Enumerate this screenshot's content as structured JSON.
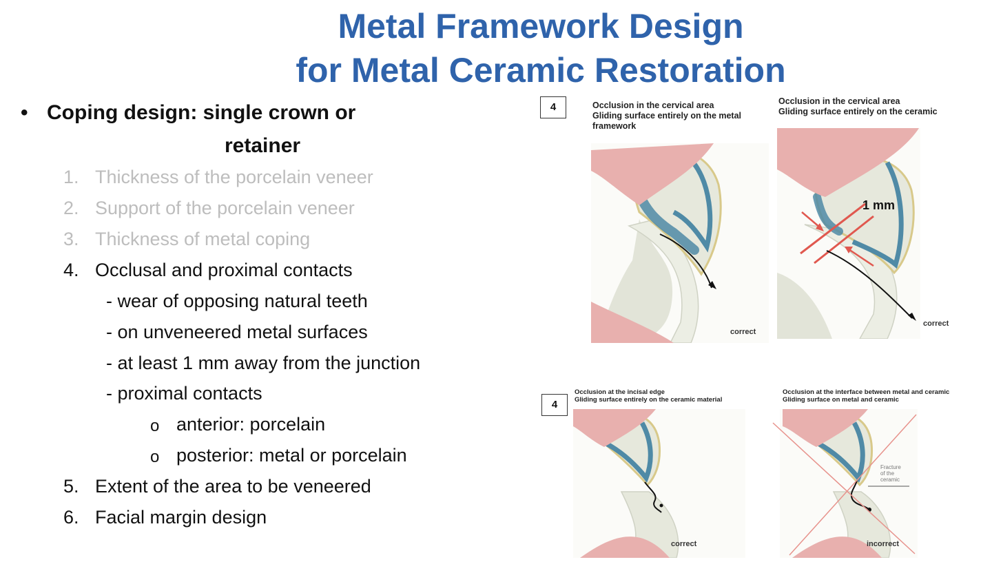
{
  "title": {
    "line1": "Metal Framework Design",
    "line2": "for Metal Ceramic Restoration"
  },
  "heading": {
    "bullet": "•",
    "line1": "Coping design: single crown or",
    "line2": "retainer"
  },
  "items": [
    {
      "num": "1.",
      "text": "Thickness of the porcelain veneer"
    },
    {
      "num": "2.",
      "text": "Support of the porcelain veneer"
    },
    {
      "num": "3.",
      "text": "Thickness of metal coping"
    },
    {
      "num": "4.",
      "text": "Occlusal and proximal contacts"
    },
    {
      "num": "5.",
      "text": "Extent of the area to be veneered"
    },
    {
      "num": "6.",
      "text": "Facial margin design"
    }
  ],
  "subitems": [
    "- wear of opposing natural teeth",
    "- on unveneered metal surfaces",
    "- at least 1 mm away from the junction",
    "- proximal contacts"
  ],
  "subsub": {
    "bullet": "o",
    "items": [
      "anterior: porcelain",
      "posterior: metal or porcelain"
    ]
  },
  "figures": {
    "box1": "4",
    "box2": "4",
    "f1": {
      "cap1": "Occlusion in the cervical area",
      "cap2": "Gliding surface entirely on the metal",
      "cap3": "framework",
      "label": "correct"
    },
    "f2": {
      "cap1": "Occlusion in the cervical area",
      "cap2": "Gliding surface entirely on the ceramic",
      "measure": "1 mm",
      "label": "correct"
    },
    "f3": {
      "cap1": "Occlusion at the incisal edge",
      "cap2": "Gliding surface entirely on the ceramic material",
      "label": "correct"
    },
    "f4": {
      "cap1": "Occlusion at the interface between metal and ceramic",
      "cap2": "Gliding surface on metal and ceramic",
      "note1": "Fracture",
      "note2": "of the",
      "note3": "ceramic",
      "label": "incorrect"
    }
  },
  "colors": {
    "title": "#2f63ab",
    "muted": "#bdbdbd",
    "gum": "#e8b0ae",
    "tooth": "#e4e6dc",
    "metal": "#4f8aa6",
    "arrow": "#e0584f"
  }
}
